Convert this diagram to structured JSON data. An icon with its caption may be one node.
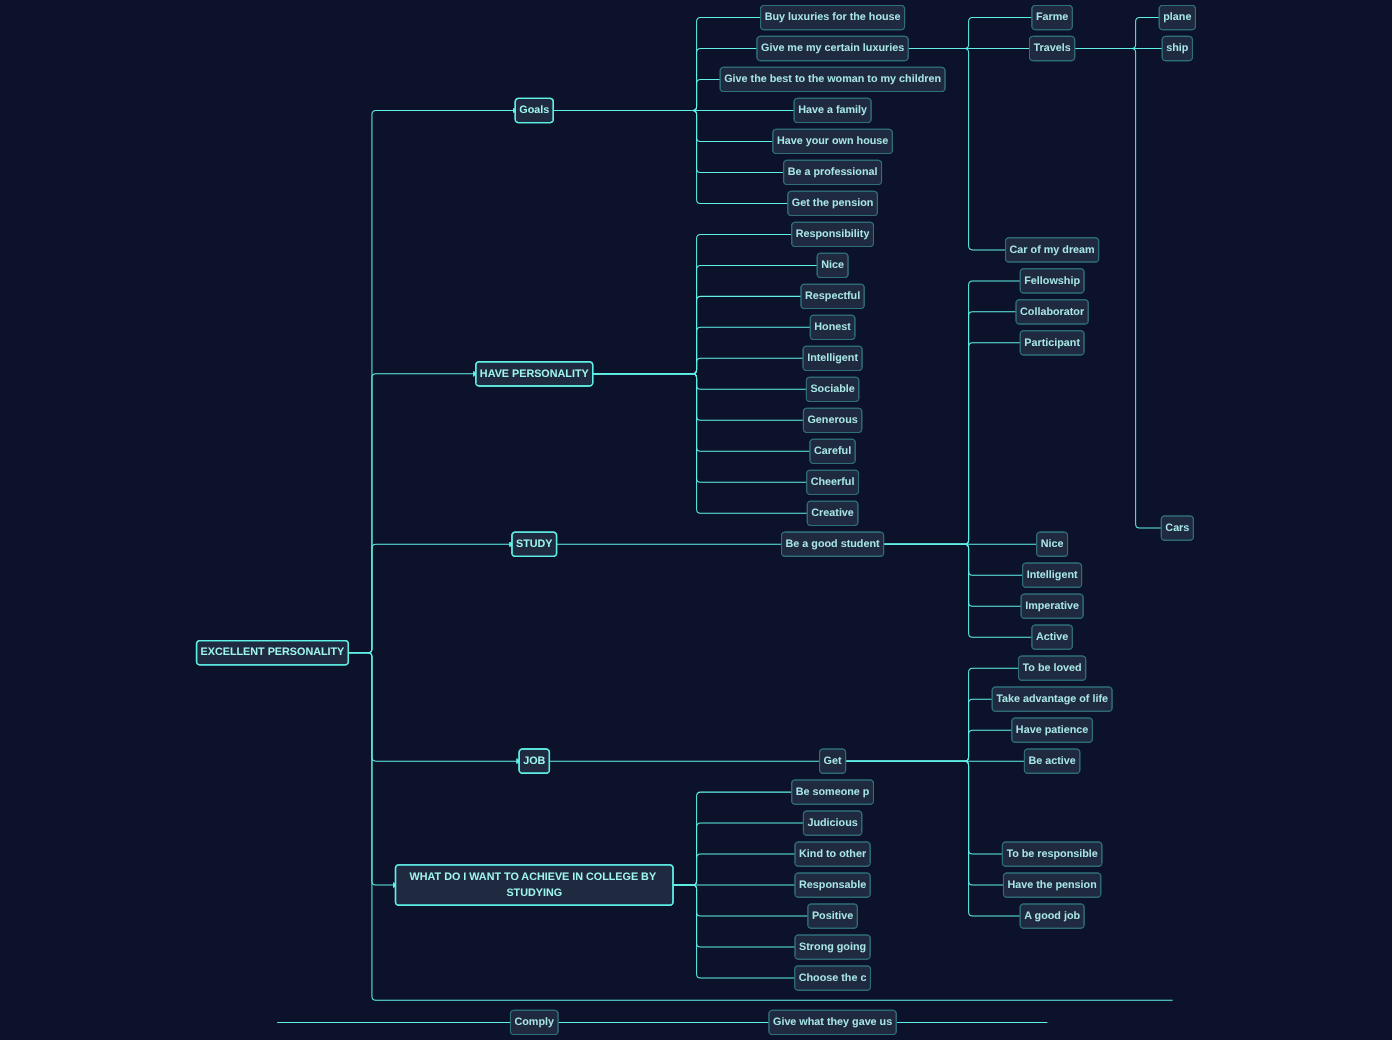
{
  "diagram": {
    "nodes": [
      {
        "text": [
          "EXCELLENT PERSONALITY"
        ]
      },
      {
        "text": [
          "Goals"
        ]
      },
      {
        "text": [
          "Buy luxuries for the house"
        ]
      },
      {
        "text": [
          "Give me my certain luxuries"
        ]
      },
      {
        "text": [
          "Farme"
        ]
      },
      {
        "text": [
          "Travels"
        ]
      },
      {
        "text": [
          "plane"
        ]
      },
      {
        "text": [
          "ship"
        ]
      },
      {
        "text": [
          "Cars"
        ]
      },
      {
        "text": [
          "Car of my dream"
        ]
      },
      {
        "text": [
          "Give the best to the woman to my children"
        ]
      },
      {
        "text": [
          "Have a family"
        ]
      },
      {
        "text": [
          "Have your own house"
        ]
      },
      {
        "text": [
          "Be a professional"
        ]
      },
      {
        "text": [
          "Get the pension"
        ]
      },
      {
        "text": [
          "HAVE PERSONALITY"
        ]
      },
      {
        "text": [
          "Responsibility"
        ]
      },
      {
        "text": [
          "Nice"
        ]
      },
      {
        "text": [
          "Respectful"
        ]
      },
      {
        "text": [
          "Honest"
        ]
      },
      {
        "text": [
          "Intelligent"
        ]
      },
      {
        "text": [
          "Sociable"
        ]
      },
      {
        "text": [
          "Generous"
        ]
      },
      {
        "text": [
          "Careful"
        ]
      },
      {
        "text": [
          "Cheerful"
        ]
      },
      {
        "text": [
          "Creative"
        ]
      },
      {
        "text": [
          "STUDY"
        ]
      },
      {
        "text": [
          "Be a good student"
        ]
      },
      {
        "text": [
          "Fellowship"
        ]
      },
      {
        "text": [
          "Collaborator"
        ]
      },
      {
        "text": [
          "Participant"
        ]
      },
      {
        "text": [
          "Nice"
        ]
      },
      {
        "text": [
          "Intelligent"
        ]
      },
      {
        "text": [
          "Imperative"
        ]
      },
      {
        "text": [
          "Active"
        ]
      },
      {
        "text": [
          "JOB"
        ]
      },
      {
        "text": [
          "Get"
        ]
      },
      {
        "text": [
          "To be loved"
        ]
      },
      {
        "text": [
          "Take advantage of life"
        ]
      },
      {
        "text": [
          "Have patience"
        ]
      },
      {
        "text": [
          "Be active"
        ]
      },
      {
        "text": [
          "To be responsible"
        ]
      },
      {
        "text": [
          "Have the pension"
        ]
      },
      {
        "text": [
          "A good job"
        ]
      },
      {
        "text": [
          "WHAT DO I WANT TO ACHIEVE IN COLLEGE BY STUDYING"
        ]
      },
      {
        "text": [
          "Be someone p"
        ]
      },
      {
        "text": [
          "Judicious"
        ]
      },
      {
        "text": [
          "Kind to other"
        ]
      },
      {
        "text": [
          "Responsable"
        ]
      },
      {
        "text": [
          "Positive"
        ]
      },
      {
        "text": [
          "Strong going"
        ]
      },
      {
        "text": [
          "Choose the c"
        ]
      },
      {
        "text": [
          "Comply"
        ]
      },
      {
        "text": [
          "Give what they gave us"
        ]
      }
    ],
    "edges": [
      {
        "from": 0,
        "to": 1,
        "arrow": "to"
      },
      {
        "from": 1,
        "to": 2,
        "arrow": "none"
      },
      {
        "from": 1,
        "to": 3,
        "arrow": "none"
      },
      {
        "from": 3,
        "to": 4,
        "arrow": "none"
      },
      {
        "from": 3,
        "to": 5,
        "arrow": "none"
      },
      {
        "from": 3,
        "to": 9,
        "arrow": "none"
      },
      {
        "from": 5,
        "to": 6,
        "arrow": "none"
      },
      {
        "from": 5,
        "to": 7,
        "arrow": "none"
      },
      {
        "from": 5,
        "to": 8,
        "arrow": "none"
      },
      {
        "from": 1,
        "to": 10,
        "arrow": "none"
      },
      {
        "from": 1,
        "to": 11,
        "arrow": "none"
      },
      {
        "from": 1,
        "to": 12,
        "arrow": "none"
      },
      {
        "from": 1,
        "to": 13,
        "arrow": "none"
      },
      {
        "from": 1,
        "to": 14,
        "arrow": "none"
      },
      {
        "from": 0,
        "to": 15,
        "arrow": "to"
      },
      {
        "from": 15,
        "to": 16,
        "arrow": "none"
      },
      {
        "from": 15,
        "to": 17,
        "arrow": "none"
      },
      {
        "from": 15,
        "to": 18,
        "arrow": "none"
      },
      {
        "from": 15,
        "to": 19,
        "arrow": "none"
      },
      {
        "from": 15,
        "to": 20,
        "arrow": "none"
      },
      {
        "from": 15,
        "to": 21,
        "arrow": "none"
      },
      {
        "from": 15,
        "to": 22,
        "arrow": "none"
      },
      {
        "from": 15,
        "to": 23,
        "arrow": "none"
      },
      {
        "from": 15,
        "to": 24,
        "arrow": "none"
      },
      {
        "from": 15,
        "to": 25,
        "arrow": "none"
      },
      {
        "from": 0,
        "to": 26,
        "arrow": "to"
      },
      {
        "from": 26,
        "to": 27,
        "arrow": "none"
      },
      {
        "from": 27,
        "to": 28,
        "arrow": "none"
      },
      {
        "from": 27,
        "to": 29,
        "arrow": "none"
      },
      {
        "from": 27,
        "to": 30,
        "arrow": "none"
      },
      {
        "from": 27,
        "to": 31,
        "arrow": "none"
      },
      {
        "from": 27,
        "to": 32,
        "arrow": "none"
      },
      {
        "from": 27,
        "to": 33,
        "arrow": "none"
      },
      {
        "from": 27,
        "to": 34,
        "arrow": "none"
      },
      {
        "from": 0,
        "to": 35,
        "arrow": "to"
      },
      {
        "from": 35,
        "to": 36,
        "arrow": "none"
      },
      {
        "from": 36,
        "to": 37,
        "arrow": "none"
      },
      {
        "from": 36,
        "to": 38,
        "arrow": "none"
      },
      {
        "from": 36,
        "to": 39,
        "arrow": "none"
      },
      {
        "from": 36,
        "to": 40,
        "arrow": "none"
      },
      {
        "from": 36,
        "to": 41,
        "arrow": "none"
      },
      {
        "from": 36,
        "to": 42,
        "arrow": "none"
      },
      {
        "from": 36,
        "to": 43,
        "arrow": "none"
      },
      {
        "from": 0,
        "to": 44,
        "arrow": "to"
      },
      {
        "from": 44,
        "to": 45,
        "arrow": "none"
      },
      {
        "from": 44,
        "to": 46,
        "arrow": "none"
      },
      {
        "from": 44,
        "to": 47,
        "arrow": "none"
      },
      {
        "from": 44,
        "to": 48,
        "arrow": "none"
      },
      {
        "from": 44,
        "to": 49,
        "arrow": "none"
      },
      {
        "from": 44,
        "to": 50,
        "arrow": "none"
      },
      {
        "from": 44,
        "to": 51,
        "arrow": "none"
      },
      {
        "from": 0,
        "to": null,
        "arrow": "none"
      },
      {
        "from": null,
        "to": 52,
        "arrow": "none"
      },
      {
        "from": 52,
        "to": 53,
        "arrow": "none"
      },
      {
        "from": 53,
        "to": null,
        "arrow": "none"
      }
    ]
  }
}
